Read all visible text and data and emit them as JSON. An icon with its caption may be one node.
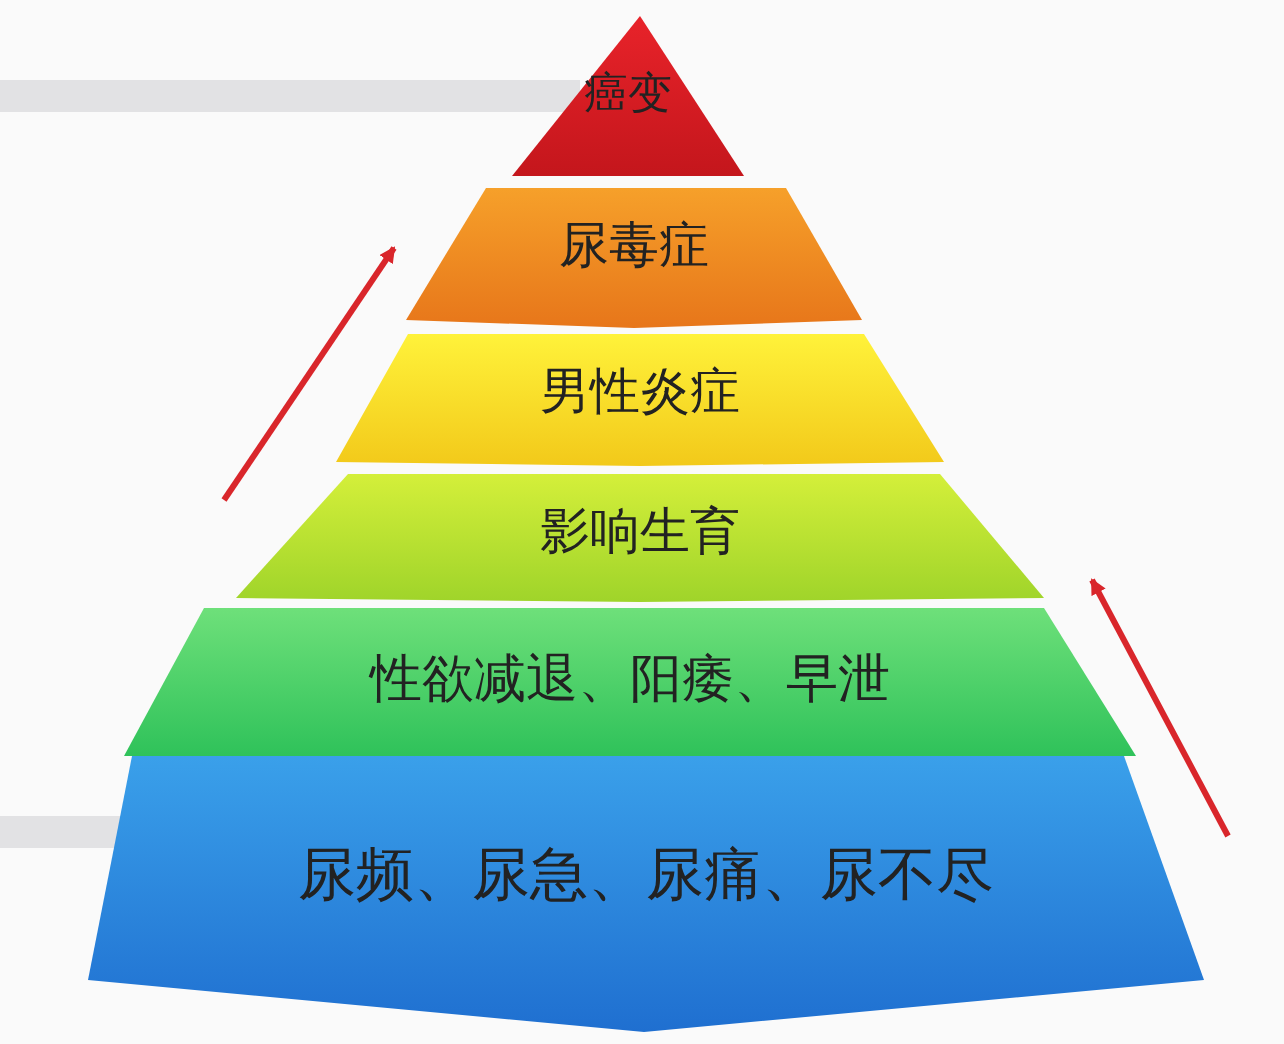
{
  "diagram": {
    "nodes": [
      {
        "text": [
          "癌变"
        ]
      },
      {
        "text": [
          "尿毒症"
        ]
      },
      {
        "text": [
          "男性炎症"
        ]
      },
      {
        "text": [
          "影响生育"
        ]
      },
      {
        "text": [
          "性欲减退、阳痿、早泄"
        ]
      },
      {
        "text": [
          "尿频、尿急、尿痛、尿不尽"
        ]
      }
    ]
  }
}
